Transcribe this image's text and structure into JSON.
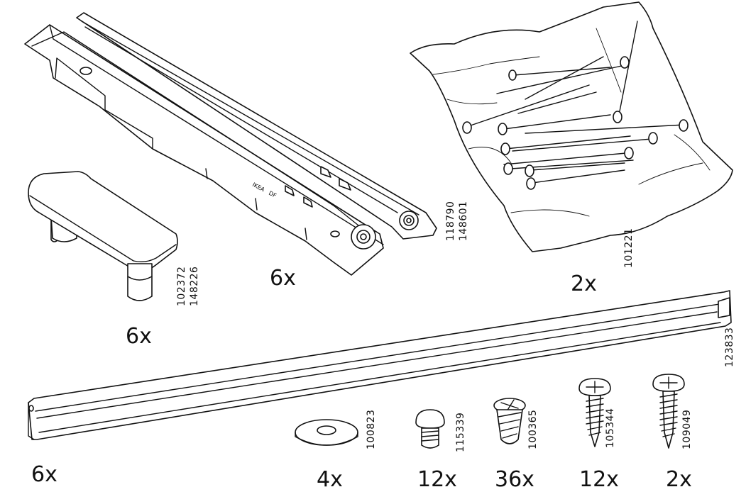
{
  "parts": [
    {
      "id": "rail-long",
      "icon": "drawer-runner-icon",
      "quantity": "6x",
      "part_numbers": [
        "118790",
        "148601"
      ]
    },
    {
      "id": "knob",
      "icon": "drawer-handle-icon",
      "quantity": "6x",
      "part_numbers": [
        "102372",
        "148226"
      ]
    },
    {
      "id": "bag",
      "icon": "nail-bag-icon",
      "quantity": "2x",
      "part_numbers": [
        "101221"
      ]
    },
    {
      "id": "bar",
      "icon": "metal-bar-icon",
      "quantity": "6x",
      "part_numbers": [
        "123833"
      ]
    },
    {
      "id": "washer",
      "icon": "washer-icon",
      "quantity": "4x",
      "part_numbers": [
        "100823"
      ]
    },
    {
      "id": "cap",
      "icon": "cap-screw-icon",
      "quantity": "12x",
      "part_numbers": [
        "115339"
      ]
    },
    {
      "id": "shortscrew",
      "icon": "short-screw-icon",
      "quantity": "36x",
      "part_numbers": [
        "100365"
      ]
    },
    {
      "id": "screw1",
      "icon": "wood-screw-icon",
      "quantity": "12x",
      "part_numbers": [
        "105344"
      ]
    },
    {
      "id": "screw2",
      "icon": "wood-screw-icon",
      "quantity": "2x",
      "part_numbers": [
        "109049"
      ]
    }
  ],
  "rail_stamp": [
    "IKEA",
    "DF"
  ]
}
